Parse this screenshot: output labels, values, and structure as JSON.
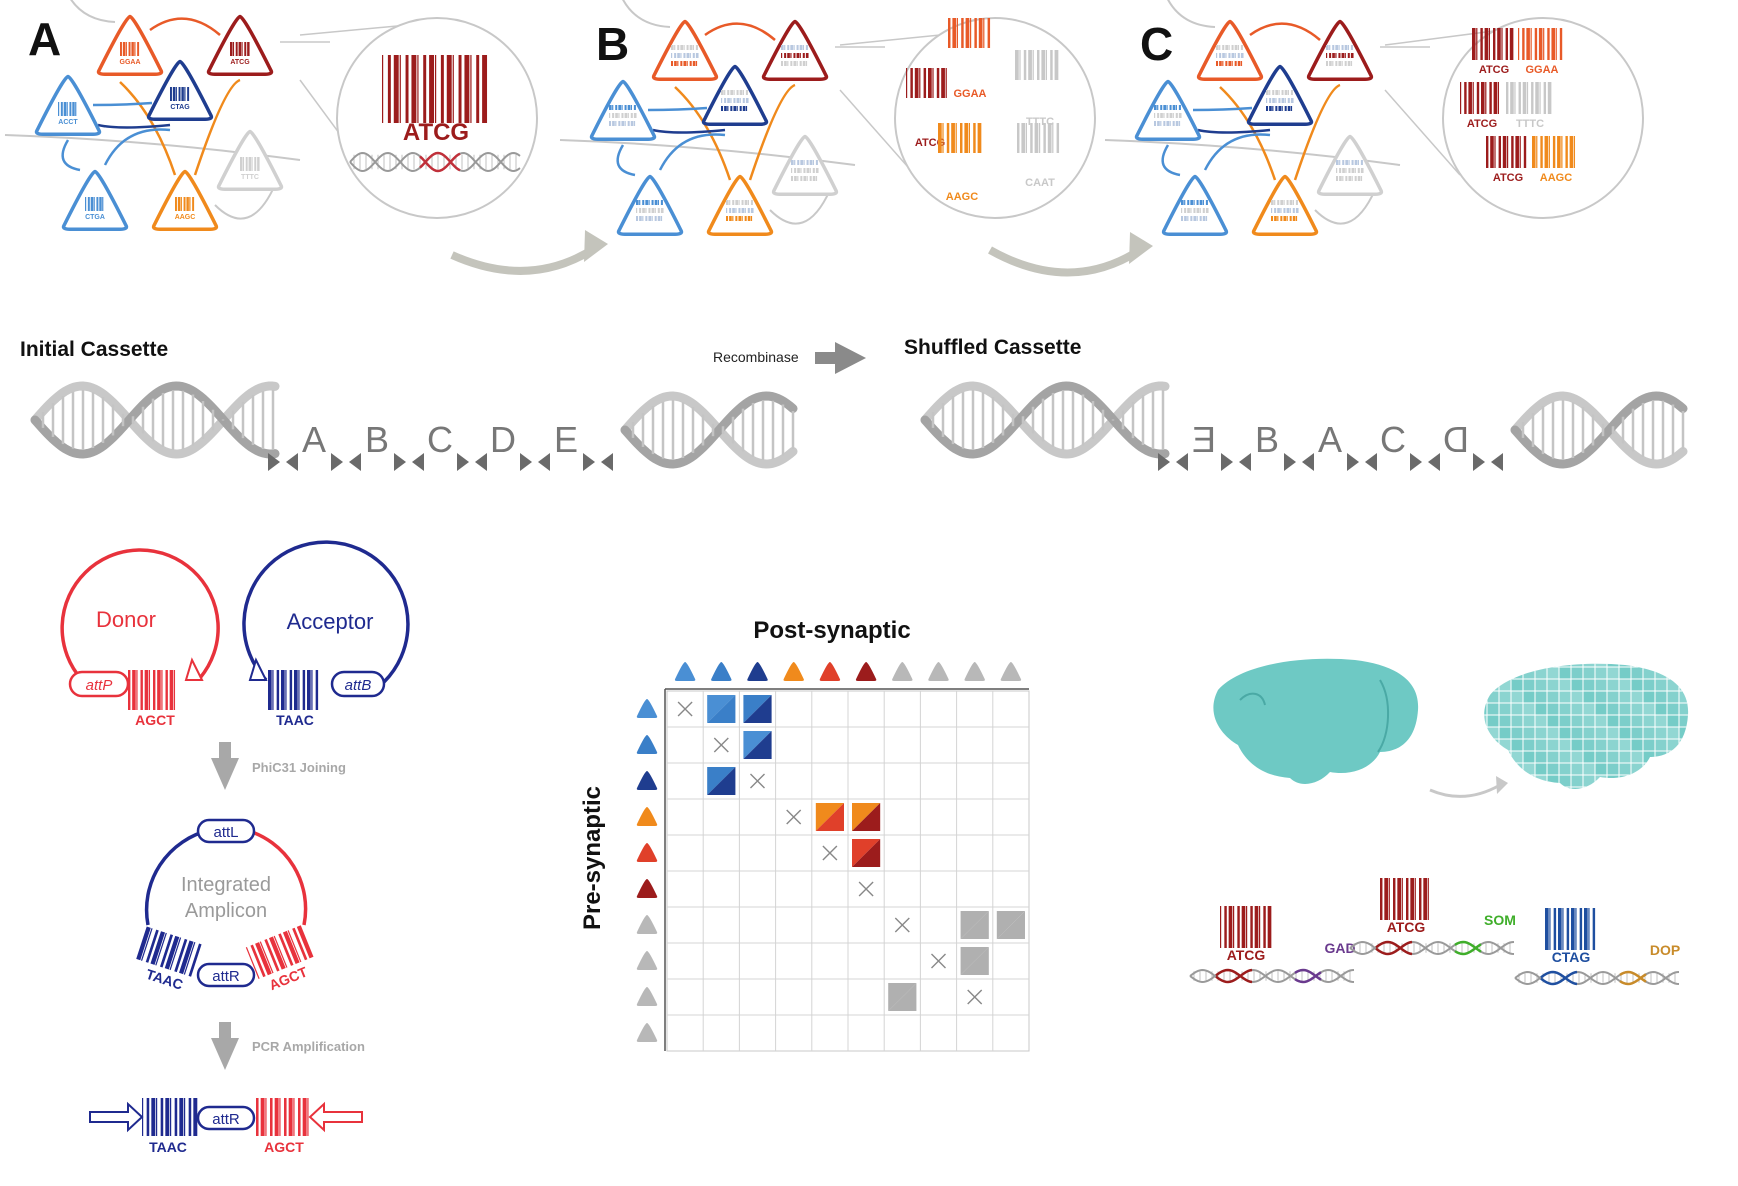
{
  "panels": [
    {
      "letter": "A"
    },
    {
      "letter": "B"
    },
    {
      "letter": "C"
    }
  ],
  "panel_a": {
    "nodes": [
      "GGAA",
      "ATCG",
      "ACCT",
      "CTAG",
      "TTTC",
      "CTGA",
      "AAGC"
    ],
    "zoom_barcode": "ATCG"
  },
  "panel_b": {
    "zoom_barcodes": [
      "GGAA",
      "TTTC",
      "ATCG",
      "CAAT",
      "AAGC"
    ]
  },
  "panel_c": {
    "zoom_rows": [
      [
        "ATCG",
        "GGAA"
      ],
      [
        "ATCG",
        "TTTC"
      ],
      [
        "ATCG",
        "AAGC"
      ]
    ]
  },
  "cassette": {
    "initial_title": "Initial Cassette",
    "shuffled_title": "Shuffled Cassette",
    "recombinase_label": "Recombinase",
    "initial_letters": [
      "A",
      "B",
      "C",
      "D",
      "E"
    ],
    "shuffled_letters": [
      "E",
      "B",
      "A",
      "C",
      "D"
    ]
  },
  "plasmid": {
    "donor_label": "Donor",
    "acceptor_label": "Acceptor",
    "attP": "attP",
    "attB": "attB",
    "attL": "attL",
    "attR": "attR",
    "donor_barcode": "AGCT",
    "acceptor_barcode": "TAAC",
    "step1_label": "PhiC31 Joining",
    "integrated_label_1": "Integrated",
    "integrated_label_2": "Amplicon",
    "step2_label": "PCR Amplification"
  },
  "matrix": {
    "title_post": "Post-synaptic",
    "title_pre": "Pre-synaptic",
    "neuron_colors": [
      "#4a8fd4",
      "#3a7fc8",
      "#1f3d8f",
      "#f08a1c",
      "#e0402a",
      "#9c1c1c",
      "#b8b8b8",
      "#b8b8b8",
      "#b8b8b8",
      "#b8b8b8"
    ]
  },
  "tissue": {
    "brain_color": "#6ec9c4"
  },
  "gene_barcodes": [
    {
      "barcode": "ATCG",
      "gene": "GAD",
      "gene_color": "#6a3a8e"
    },
    {
      "barcode": "ATCG",
      "gene": "SOM",
      "gene_color": "#3fae2a"
    },
    {
      "barcode": "CTAG",
      "gene": "DOP",
      "gene_color": "#c88b2a"
    }
  ]
}
